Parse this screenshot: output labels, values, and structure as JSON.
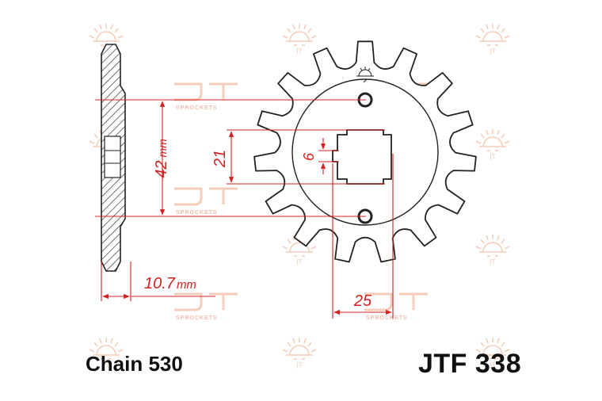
{
  "caption": {
    "chain": "Chain 530",
    "part_number": "JTF 338"
  },
  "dimensions": {
    "bolt_circle": "42",
    "bolt_circle_unit": "mm",
    "thickness": "10.7",
    "thickness_unit": "mm",
    "spline_height": "21",
    "key_width": "6",
    "spline_diameter": "25"
  },
  "watermark": {
    "text": "SPROCKETS"
  },
  "colors": {
    "dimension": "#d42020",
    "outline": "#222222",
    "watermark": "#f4c8b4"
  }
}
